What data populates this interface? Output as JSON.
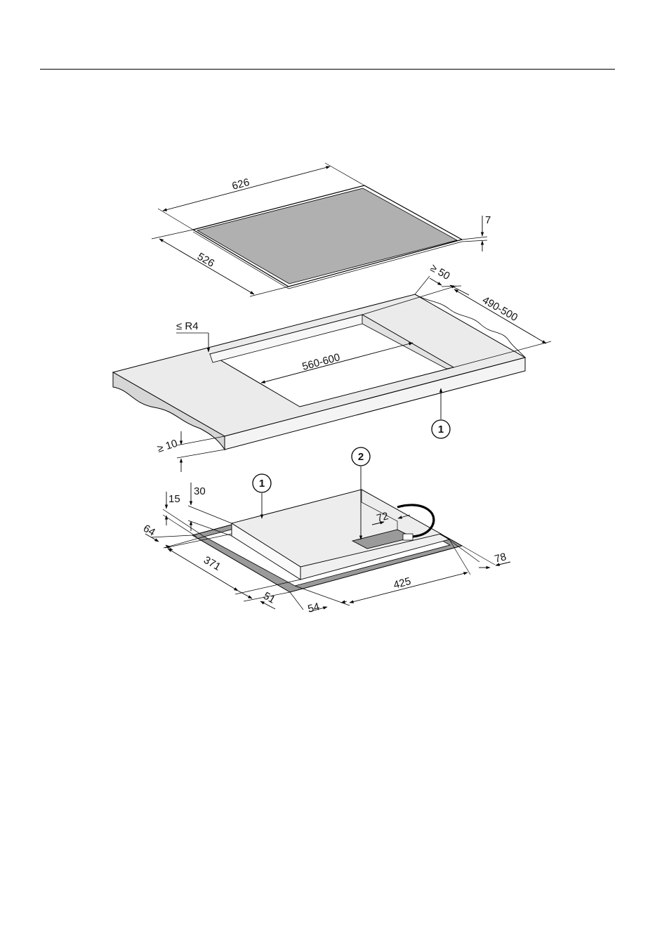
{
  "dimensions": {
    "hob_width": "626",
    "hob_depth": "526",
    "hob_thickness": "7",
    "cutout_width": "560-600",
    "cutout_depth": "490-500",
    "min_rear_clearance": "≥ 50",
    "corner_radius": "≤ R4",
    "min_worktop_thickness": "≥ 10",
    "depth_30": "30",
    "depth_15": "15",
    "dim_64": "64",
    "dim_371": "371",
    "dim_51": "51",
    "dim_54": "54",
    "dim_425": "425",
    "dim_78": "78",
    "dim_72": "72"
  },
  "callouts": {
    "worktop": "1",
    "hob_body": "1",
    "connection_box": "2"
  }
}
